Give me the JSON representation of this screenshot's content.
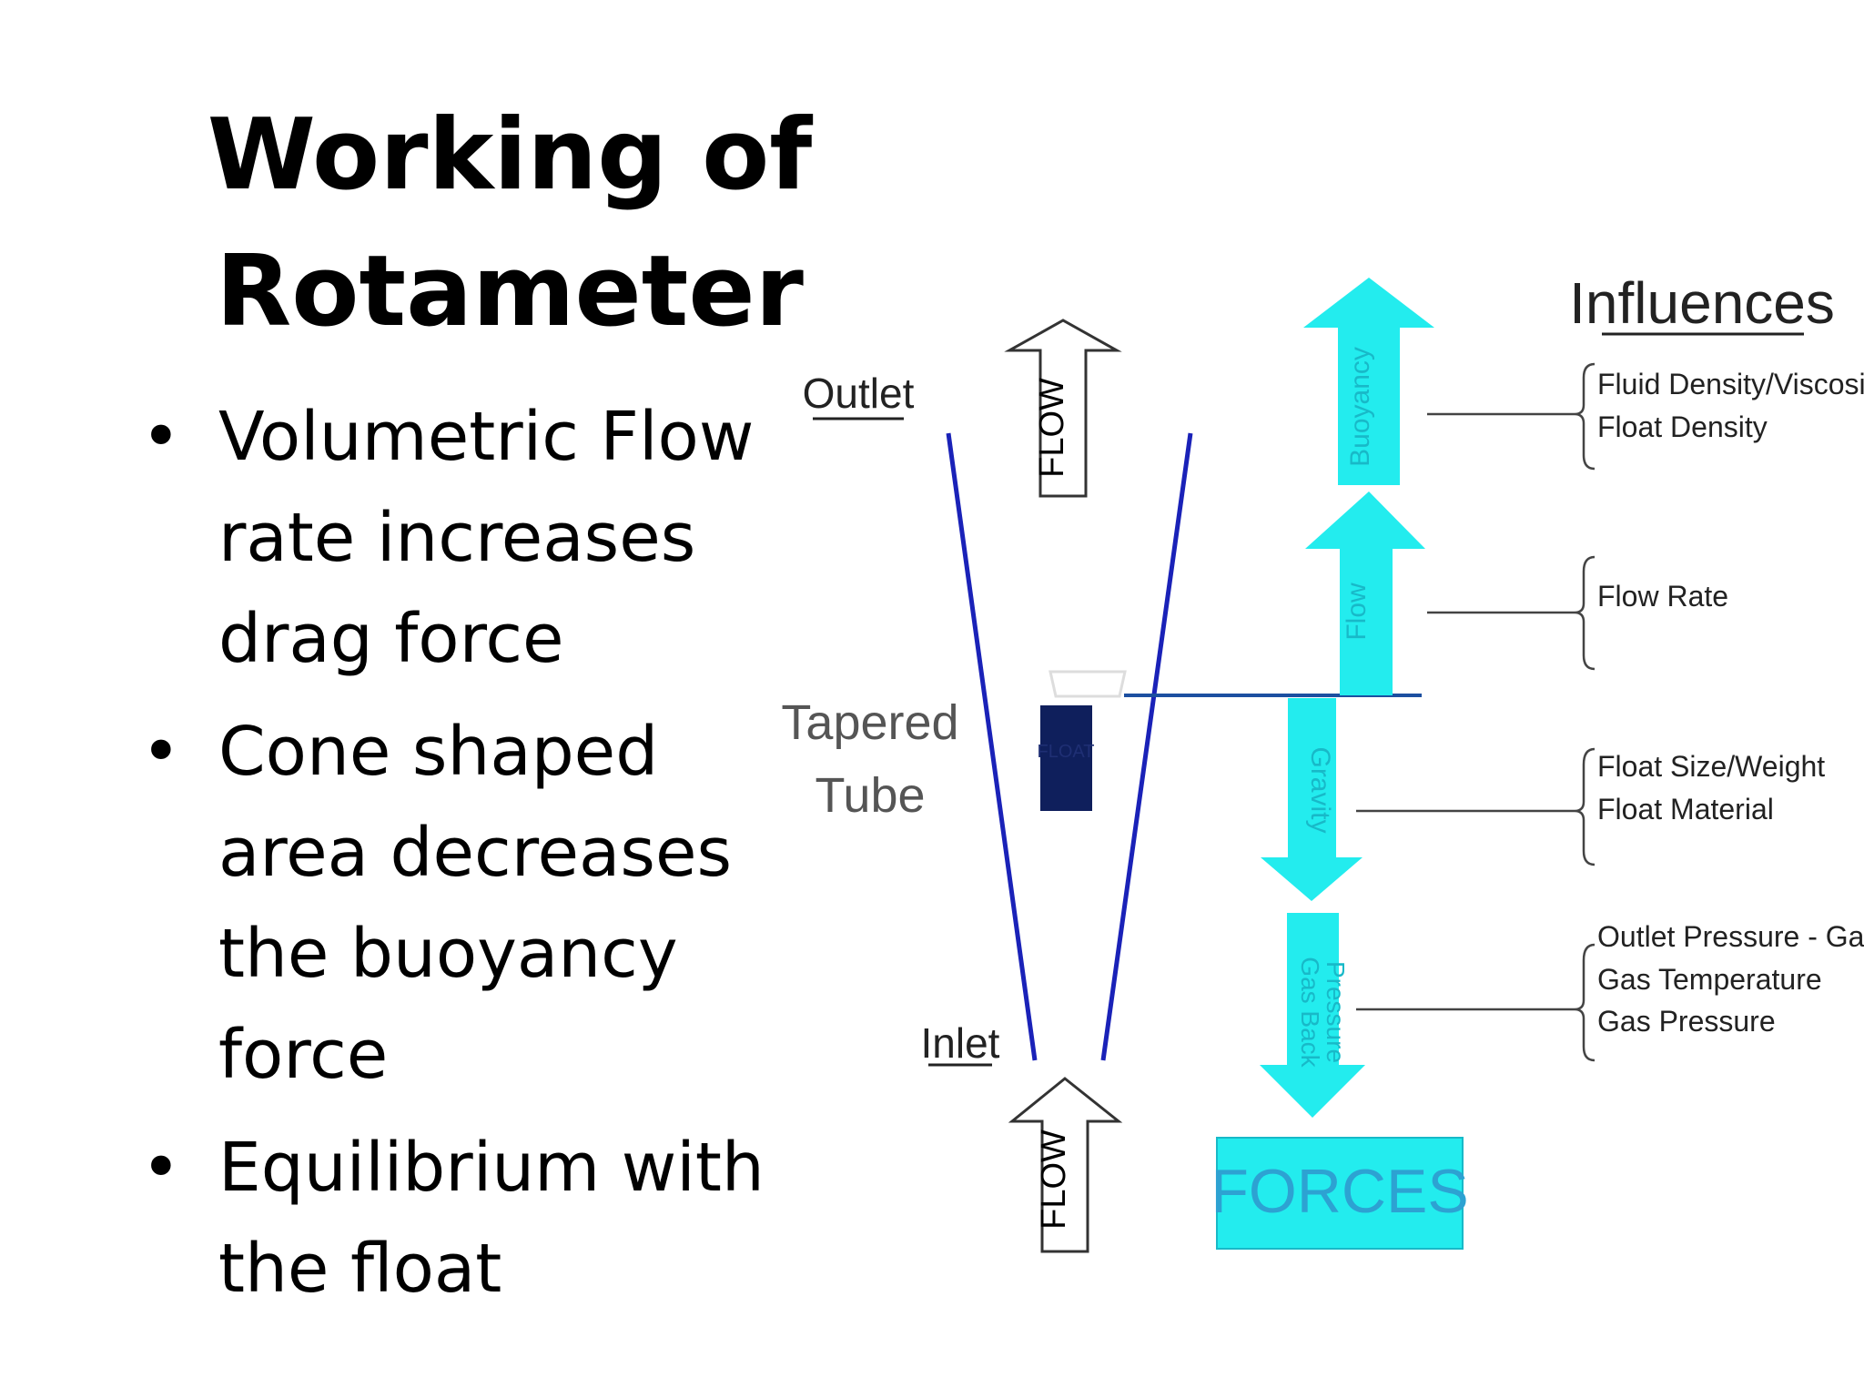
{
  "slide": {
    "title_line1": "Working of",
    "title_line2": "Rotameter",
    "bullets": [
      "Volumetric Flow rate increases drag force",
      "Cone shaped area decreases the buoyancy force",
      "Equilibrium with the float"
    ]
  },
  "diagram": {
    "outlet_label": "Outlet",
    "inlet_label": "Inlet",
    "tapered_label_1": "Tapered",
    "tapered_label_2": "Tube",
    "float_label": "FLOAT",
    "flow_arrow_top": "FLOW",
    "flow_arrow_bottom": "FLOW",
    "forces": {
      "buoyancy": "Buoyancy",
      "flow": "Flow",
      "gravity": "Gravity",
      "gas_back_line1": "Gas Back",
      "gas_back_line2": "Pressure",
      "box": "FORCES"
    },
    "influences_title": "Influences",
    "influences": {
      "buoyancy_1": "Fluid Density/Viscosity",
      "buoyancy_2": "Float Density",
      "flow_1": "Flow Rate",
      "gravity_1": "Float Size/Weight",
      "gravity_2": "Float Material",
      "gas_1": "Outlet Pressure - Gas",
      "gas_2": "Gas Temperature",
      "gas_3": "Gas Pressure"
    },
    "colors": {
      "tube": "#1a22b8",
      "cyan": "#23ecee",
      "cyan_text": "#18b9c8",
      "forces_text": "#2da2d2",
      "float": "#0f1f5c",
      "level_line": "#1c4fa0",
      "label_gray": "#555555"
    }
  }
}
